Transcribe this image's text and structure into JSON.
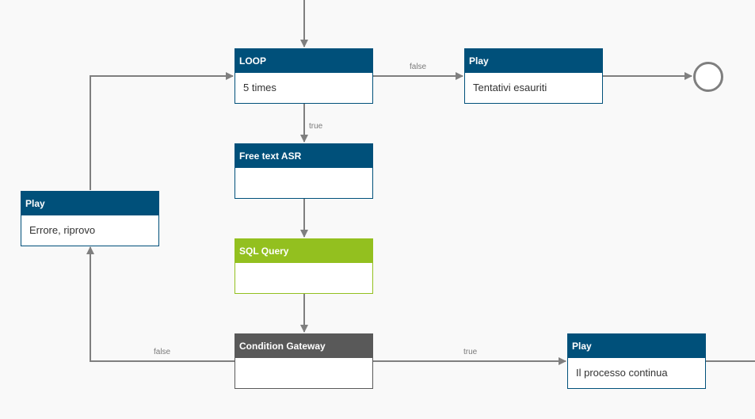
{
  "nodes": {
    "loop": {
      "title": "LOOP",
      "body": "5 times"
    },
    "play_exhausted": {
      "title": "Play",
      "body": "Tentativi esauriti"
    },
    "free_text_asr": {
      "title": "Free text ASR",
      "body": ""
    },
    "play_error": {
      "title": "Play",
      "body": "Errore, riprovo"
    },
    "sql_query": {
      "title": "SQL Query",
      "body": ""
    },
    "condition_gateway": {
      "title": "Condition Gateway",
      "body": ""
    },
    "play_continue": {
      "title": "Play",
      "body": "Il processo continua"
    }
  },
  "edges": {
    "loop_false": "false",
    "loop_true": "true",
    "gateway_false": "false",
    "gateway_true": "true"
  },
  "colors": {
    "play_header": "#00507a",
    "sql_header": "#93c01f",
    "gateway_header": "#595959",
    "connector": "#7f7f7f"
  }
}
